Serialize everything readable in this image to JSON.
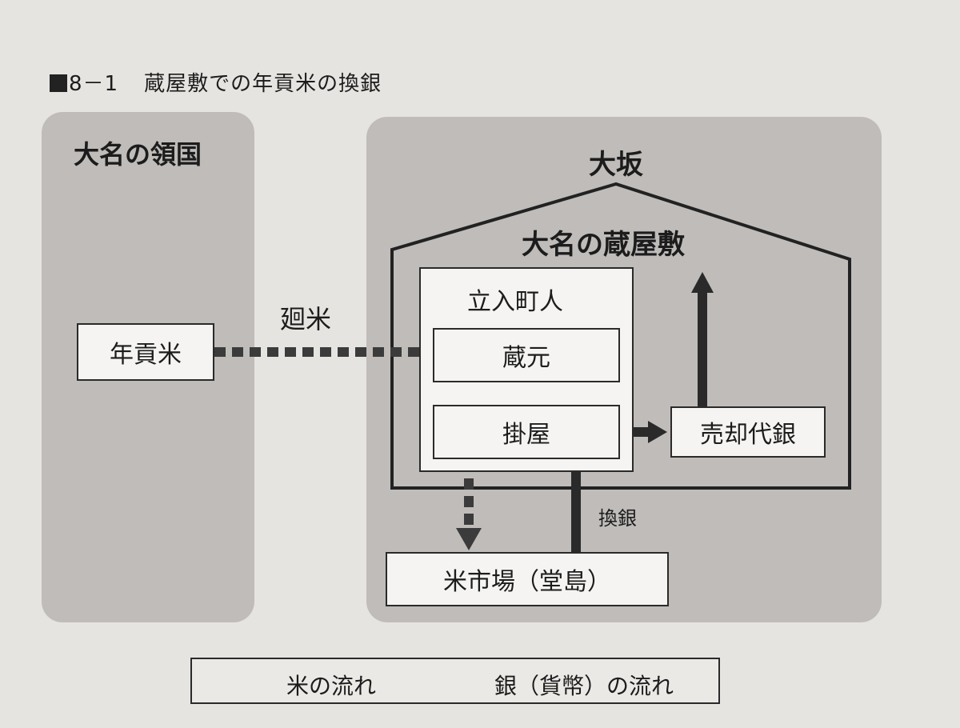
{
  "figure": {
    "number": "8－1",
    "title": "蔵屋敷での年貢米の換銀"
  },
  "regions": {
    "domain": "大名の領国",
    "osaka": "大坂",
    "warehouse": "大名の蔵屋敷",
    "merchants": "立入町人"
  },
  "nodes": {
    "nengu_mai": "年貢米",
    "kuramoto": "蔵元",
    "kakeya": "掛屋",
    "baikyaku_daigin": "売却代銀",
    "kome_ichiba": "米市場（堂島）"
  },
  "edge_labels": {
    "kaimai": "廻米",
    "kangin": "換銀"
  },
  "legend": {
    "rice_flow": "米の流れ",
    "silver_flow": "銀（貨幣）の流れ"
  },
  "colors": {
    "background": "#e6e4e1",
    "panel": "#bfbcba",
    "box": "#f5f4f2",
    "rice_dashed": "#3b3b3b",
    "rice_dashed_light": "#9c9a98",
    "silver_solid": "#2a2a2a",
    "silver_light": "#9c9a98"
  }
}
